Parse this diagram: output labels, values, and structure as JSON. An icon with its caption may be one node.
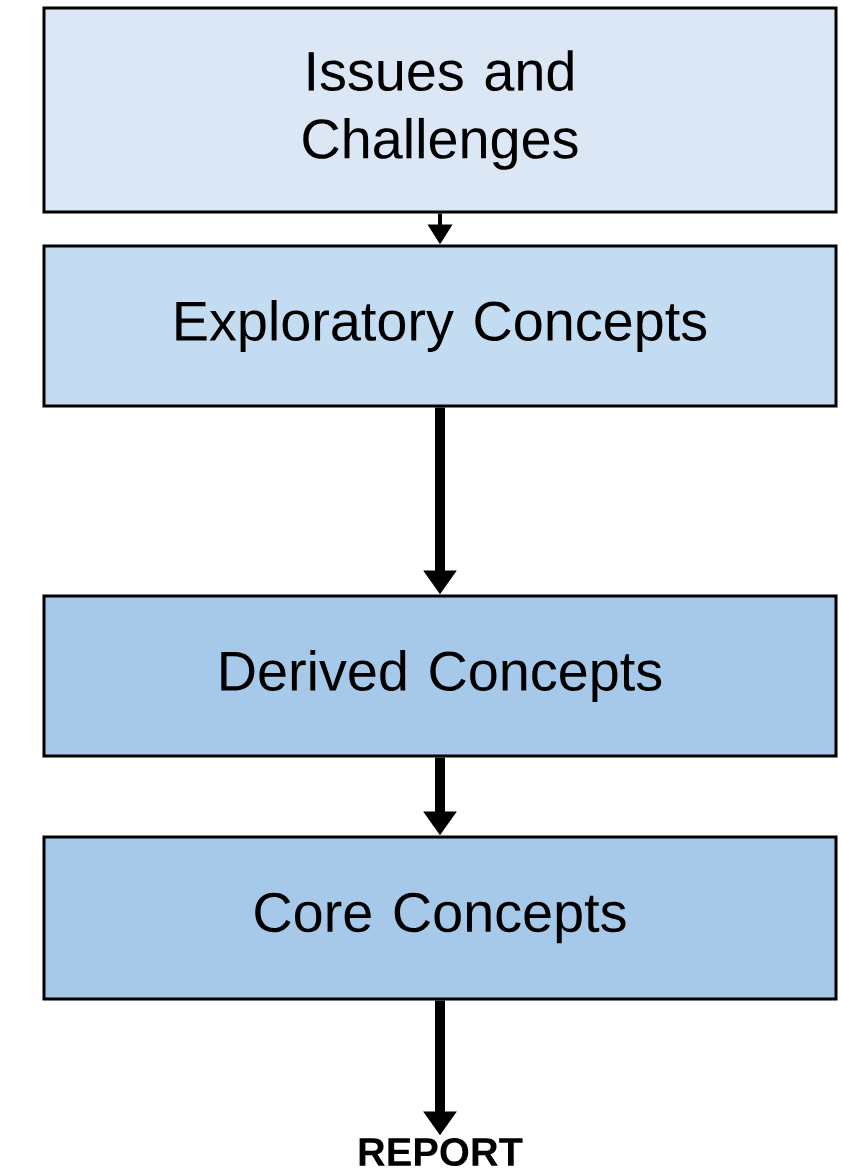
{
  "diagram": {
    "nodes": [
      {
        "text": [
          "Issues and Challenges"
        ]
      },
      {
        "text": [
          "Exploratory Concepts"
        ]
      },
      {
        "text": [
          "Derived Concepts"
        ]
      },
      {
        "text": [
          "Core Concepts"
        ]
      },
      {
        "text": [
          "REPORT"
        ]
      }
    ],
    "edges": [
      {
        "from": 0,
        "to": 1,
        "arrow": "to"
      },
      {
        "from": 1,
        "to": 2,
        "arrow": "to"
      },
      {
        "from": 2,
        "to": 3,
        "arrow": "to"
      },
      {
        "from": 3,
        "to": 4,
        "arrow": "to"
      }
    ]
  }
}
